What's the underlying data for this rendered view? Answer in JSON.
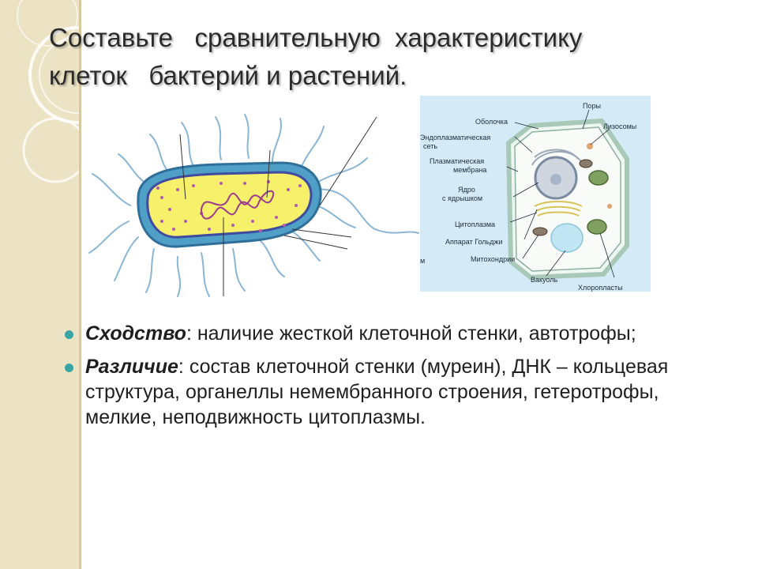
{
  "slide": {
    "title_line1": "Составьте   сравнительную  характеристику",
    "title_line2": "клеток   бактерий и растений.",
    "accent_color": "#3aa6a3",
    "band_color": "#ece3c4"
  },
  "plant_cell": {
    "labels": {
      "pores": "Поры",
      "envelope": "Оболочка",
      "lysosomes": "Лизосомы",
      "er_1": "Эндоплазматическая",
      "er_2": "сеть",
      "membrane_1": "Плазматическая",
      "membrane_2": "мембрана",
      "nucleus_1": "Ядро",
      "nucleus_2": "с ядрышком",
      "cytoplasm": "Цитоплазма",
      "golgi": "Аппарат Гольджи",
      "mitochondria": "Митохондрии",
      "vacuole": "Вакуоль",
      "chloroplasts": "Хлоропласты",
      "fragment": "м"
    }
  },
  "bullets": [
    {
      "term": "Сходство",
      "text": ": наличие жесткой клеточной стенки, автотрофы;"
    },
    {
      "term": "Различие",
      "text": ": состав клеточной стенки (муреин),  ДНК – кольцевая структура, органеллы немембранного строения, гетеротрофы, мелкие, неподвижность цитоплазмы."
    }
  ]
}
